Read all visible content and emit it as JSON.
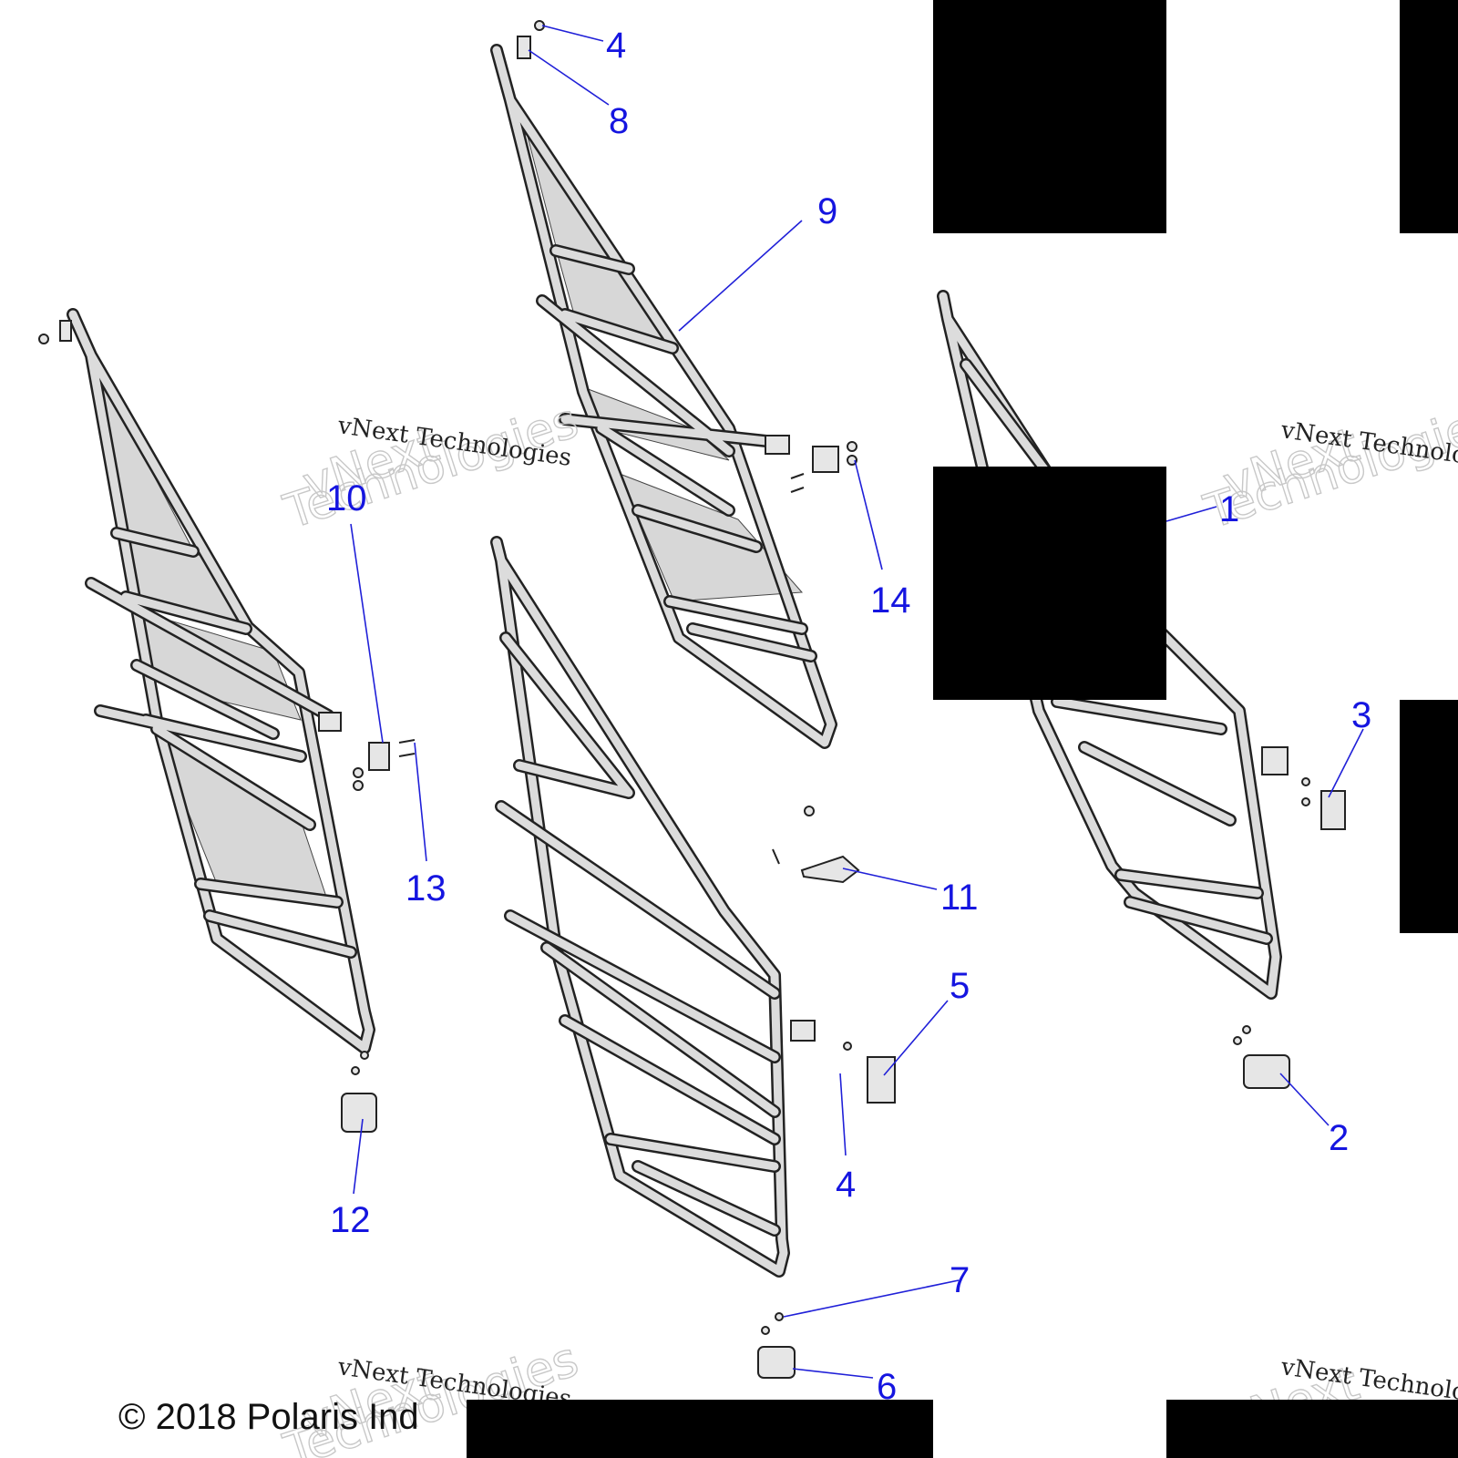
{
  "watermark": {
    "brand_small": "vNext Technologies",
    "brand_big_line1": "vNext",
    "brand_big_line2": "Technologies"
  },
  "copyright": "© 2018 Polaris Ind",
  "callouts": [
    "4",
    "8",
    "9",
    "10",
    "13",
    "14",
    "1",
    "3",
    "11",
    "5",
    "4",
    "2",
    "12",
    "7",
    "6"
  ],
  "colors": {
    "callout": "#1515e0",
    "leader": "#2020d8",
    "redaction": "#000000"
  }
}
